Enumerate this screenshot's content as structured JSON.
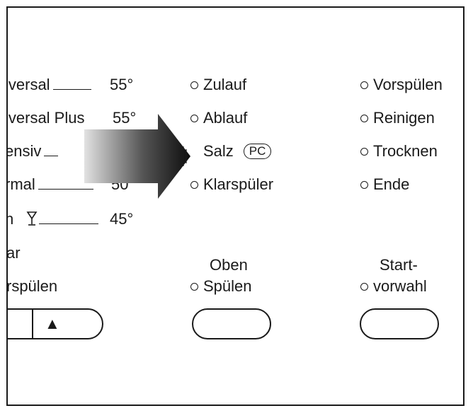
{
  "programs": [
    {
      "label": "iversal",
      "temp": "55°"
    },
    {
      "label": "iversal Plus",
      "temp": "55°"
    },
    {
      "label": "ensiv",
      "temp": ""
    },
    {
      "label": "rmal",
      "temp": "50°"
    },
    {
      "label": "n",
      "temp": "45°",
      "icon": "wine-glass-icon"
    }
  ],
  "partial_labels": {
    "line1": "ar",
    "line2": "rspülen"
  },
  "status_column_1": [
    {
      "label": "Zulauf"
    },
    {
      "label": "Ablauf"
    },
    {
      "label": "Salz",
      "badge": "PC"
    },
    {
      "label": "Klarspüler"
    }
  ],
  "status_column_2": [
    {
      "label": "Vorspülen"
    },
    {
      "label": "Reinigen"
    },
    {
      "label": "Trocknen"
    },
    {
      "label": "Ende"
    }
  ],
  "buttons": {
    "selector_arrow": "▲",
    "oben_line1": "Oben",
    "oben_line2": "Spülen",
    "start_line1": "Start-",
    "start_line2": "vorwahl"
  },
  "colors": {
    "ink": "#1a1a1a",
    "arrow_dark": "#111111",
    "arrow_light": "#d8d8d8"
  }
}
